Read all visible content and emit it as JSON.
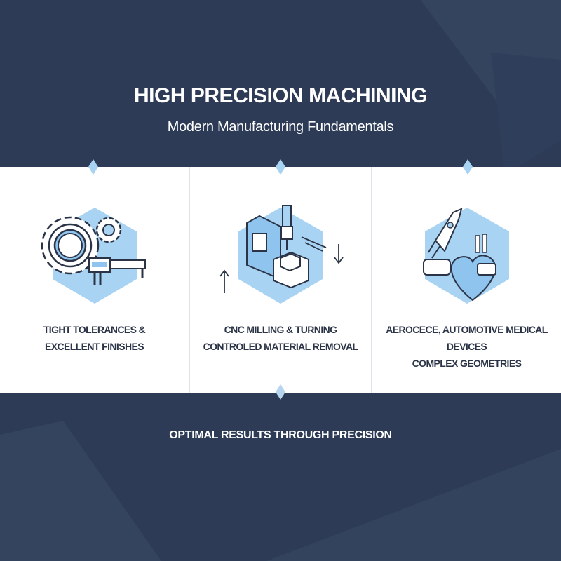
{
  "header": {
    "title": "HIGH PRECISION MACHINING",
    "subtitle": "Modern Manufacturing Fundamentals"
  },
  "panels": [
    {
      "line1": "TIGHT TOLERANCES &",
      "line2": "EXCELLENT FINISHES",
      "icon": "gears-caliper-icon"
    },
    {
      "line1": "CNC MILLING & TURNING",
      "line2": "CONTROLED MATERIAL REMOVAL",
      "icon": "cnc-machine-icon"
    },
    {
      "line1": "AEROCECE, AUTOMOTIVE MEDICAL DEVICES",
      "line2": "COMPLEX GEOMETRIES",
      "icon": "rocket-car-heart-icon"
    }
  ],
  "footer": {
    "text": "OPTIMAL RESULTS THROUGH PRECISION"
  },
  "colors": {
    "background": "#2d3b56",
    "accent": "#a9d3f2",
    "panel": "#ffffff",
    "text_dark": "#2b3447"
  }
}
